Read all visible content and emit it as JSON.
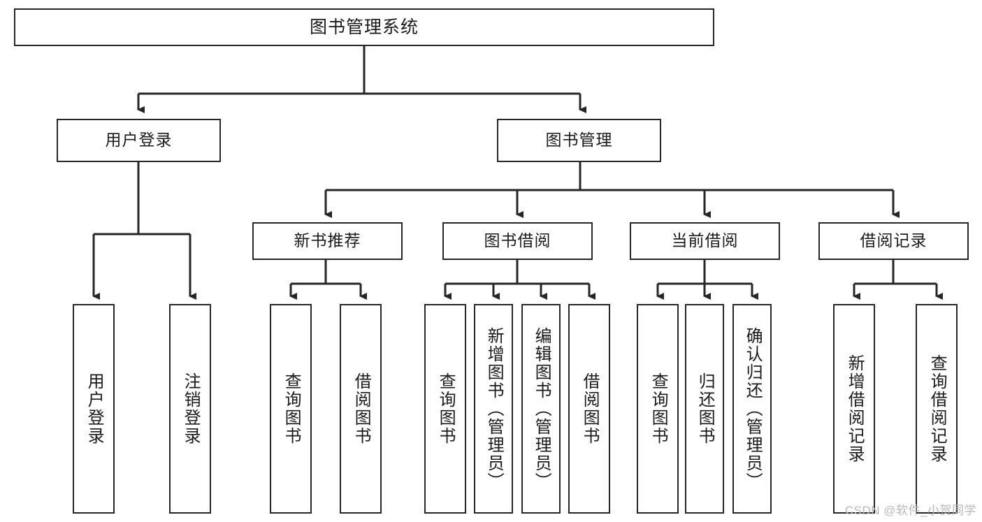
{
  "diagram": {
    "title": "图书管理系统",
    "type": "hierarchy-tree",
    "root": {
      "label": "图书管理系统"
    },
    "level2": [
      {
        "label": "用户登录"
      },
      {
        "label": "图书管理"
      }
    ],
    "level3": [
      {
        "label": "新书推荐"
      },
      {
        "label": "图书借阅"
      },
      {
        "label": "当前借阅"
      },
      {
        "label": "借阅记录"
      }
    ],
    "leaves": {
      "user_login": [
        {
          "label": "用户登录"
        },
        {
          "label": "注销登录"
        }
      ],
      "new_book_recommend": [
        {
          "label": "查询图书"
        },
        {
          "label": "借阅图书"
        }
      ],
      "book_borrow": [
        {
          "label": "查询图书"
        },
        {
          "label": "新增图书（管理员）"
        },
        {
          "label": "编辑图书（管理员）"
        },
        {
          "label": "借阅图书"
        }
      ],
      "current_borrow": [
        {
          "label": "查询图书"
        },
        {
          "label": "归还图书"
        },
        {
          "label": "确认归还（管理员）"
        }
      ],
      "borrow_record": [
        {
          "label": "新增借阅记录"
        },
        {
          "label": "查询借阅记录"
        }
      ]
    },
    "watermark": "CSDN @软件_小贺同学",
    "colors": {
      "stroke": "#262626",
      "fill": "#ffffff",
      "text": "#1a1a1a",
      "watermark": "#b8b8b8"
    }
  }
}
